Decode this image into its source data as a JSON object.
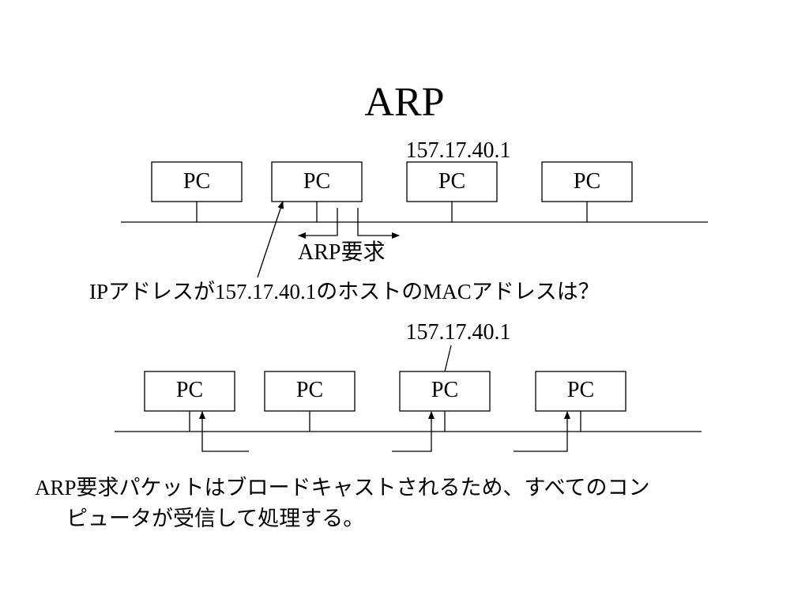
{
  "title": "ARP",
  "top_network": {
    "pcs": [
      "PC",
      "PC",
      "PC",
      "PC"
    ],
    "target_ip": "157.17.40.1",
    "request_label_latin": "ARP",
    "request_label_jp": "要求",
    "question": {
      "prefix_latin": "IP",
      "part1_jp": "アドレスが",
      "ip": "157.17.40.1",
      "part2_jp": "のホストの",
      "mac_latin": "MAC",
      "part3_jp": "アドレスは？"
    }
  },
  "bottom_network": {
    "pcs": [
      "PC",
      "PC",
      "PC",
      "PC"
    ],
    "target_ip": "157.17.40.1"
  },
  "caption": {
    "line1_latin": "ARP",
    "line1_jp": "要求パケットはブロードキャストされるため、すべてのコン",
    "line2_jp": "ピュータが受信して処理する。"
  }
}
